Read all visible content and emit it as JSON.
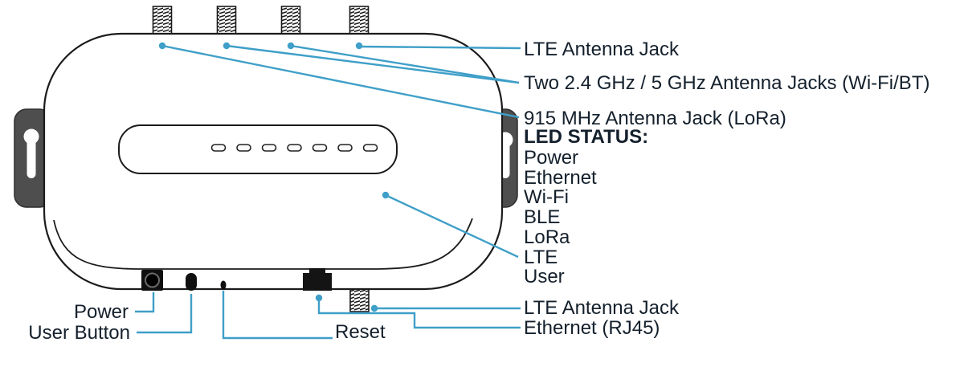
{
  "colors": {
    "leader_line": "#3f9fc8",
    "text": "#14202c",
    "outline": "#1b1b1b"
  },
  "callouts": {
    "lte_antenna_top": "LTE Antenna Jack",
    "wifi_bt_antennas": "Two 2.4 GHz / 5 GHz Antenna Jacks (Wi-Fi/BT)",
    "lora_antenna": "915 MHz Antenna Jack (LoRa)",
    "led_status_heading": "LED STATUS:",
    "led_items": [
      "Power",
      "Ethernet",
      "Wi-Fi",
      "BLE",
      "LoRa",
      "LTE",
      "User"
    ],
    "lte_antenna_bottom": "LTE Antenna Jack",
    "ethernet_port": "Ethernet (RJ45)",
    "power_jack": "Power",
    "user_button": "User Button",
    "reset_button": "Reset"
  }
}
